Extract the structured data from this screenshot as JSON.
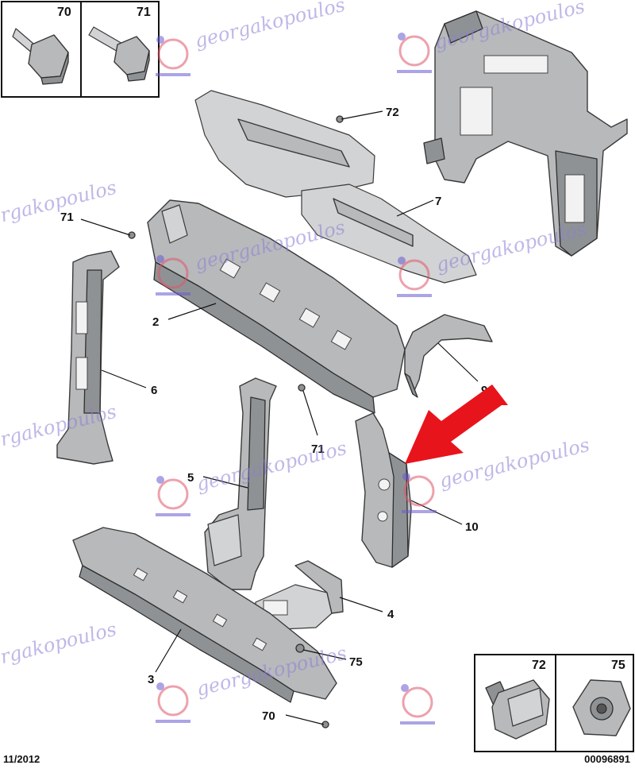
{
  "callouts": {
    "c70_box": "70",
    "c71_box": "71",
    "c72_top": "72",
    "c7": "7",
    "c71_left": "71",
    "c2": "2",
    "c6": "6",
    "c9": "9",
    "c71_mid": "71",
    "c5": "5",
    "c10": "10",
    "c4": "4",
    "c3": "3",
    "c75_mid": "75",
    "c70_bottom": "70",
    "c72_box": "72",
    "c75_box": "75"
  },
  "footer": {
    "date": "11/2012",
    "ref": "00096891"
  },
  "watermark": {
    "text": "georgakopoulos"
  },
  "colors": {
    "arrow": "#e8141c",
    "watermark": "#8a7fd6",
    "part": "#b7b9bb"
  }
}
